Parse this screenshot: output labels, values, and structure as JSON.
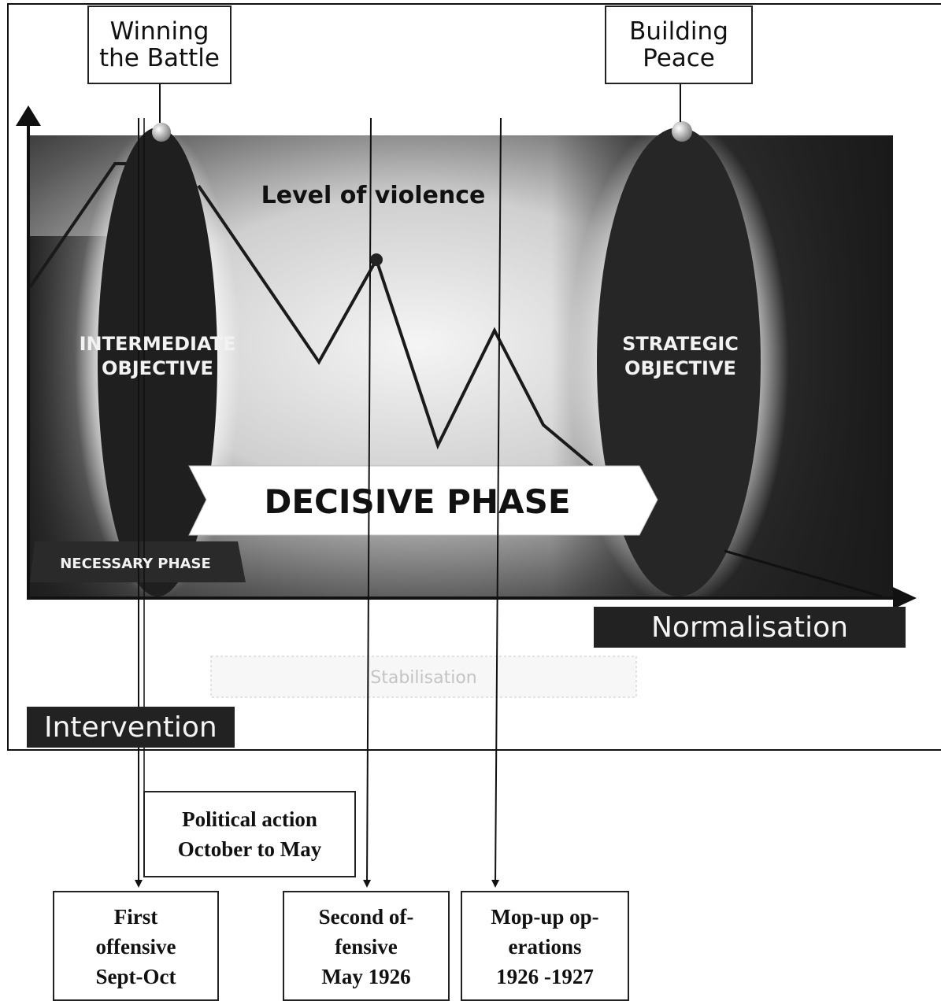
{
  "diagram": {
    "top_left_box": {
      "line1": "Winning",
      "line2": "the Battle"
    },
    "top_right_box": {
      "line1": "Building",
      "line2": "Peace"
    },
    "level_of_violence": "Level of violence",
    "intermediate_objective": {
      "line1": "INTERMEDIATE",
      "line2": "OBJECTIVE"
    },
    "strategic_objective": {
      "line1": "STRATEGIC",
      "line2": "OBJECTIVE"
    },
    "decisive_phase": "DECISIVE PHASE",
    "necessary_phase": "NECESSARY PHASE",
    "stabilisation": "Stabilisation",
    "normalisation": "Normalisation",
    "intervention": "Intervention"
  },
  "annotations": {
    "political_action": {
      "line1": "Political action",
      "line2": "October to May"
    },
    "first_offensive": {
      "line1": "First",
      "line2": "offensive",
      "line3": "Sept-Oct"
    },
    "second_offensive": {
      "line1": "Second of-",
      "line2": "fensive",
      "line3": "May 1926"
    },
    "mopup": {
      "line1": "Mop-up op-",
      "line2": "erations",
      "line3": "1926 -1927"
    }
  },
  "colors": {
    "dark": "#1e1e1e",
    "light": "#f2f2f2",
    "mid": "#8a8a8a"
  }
}
